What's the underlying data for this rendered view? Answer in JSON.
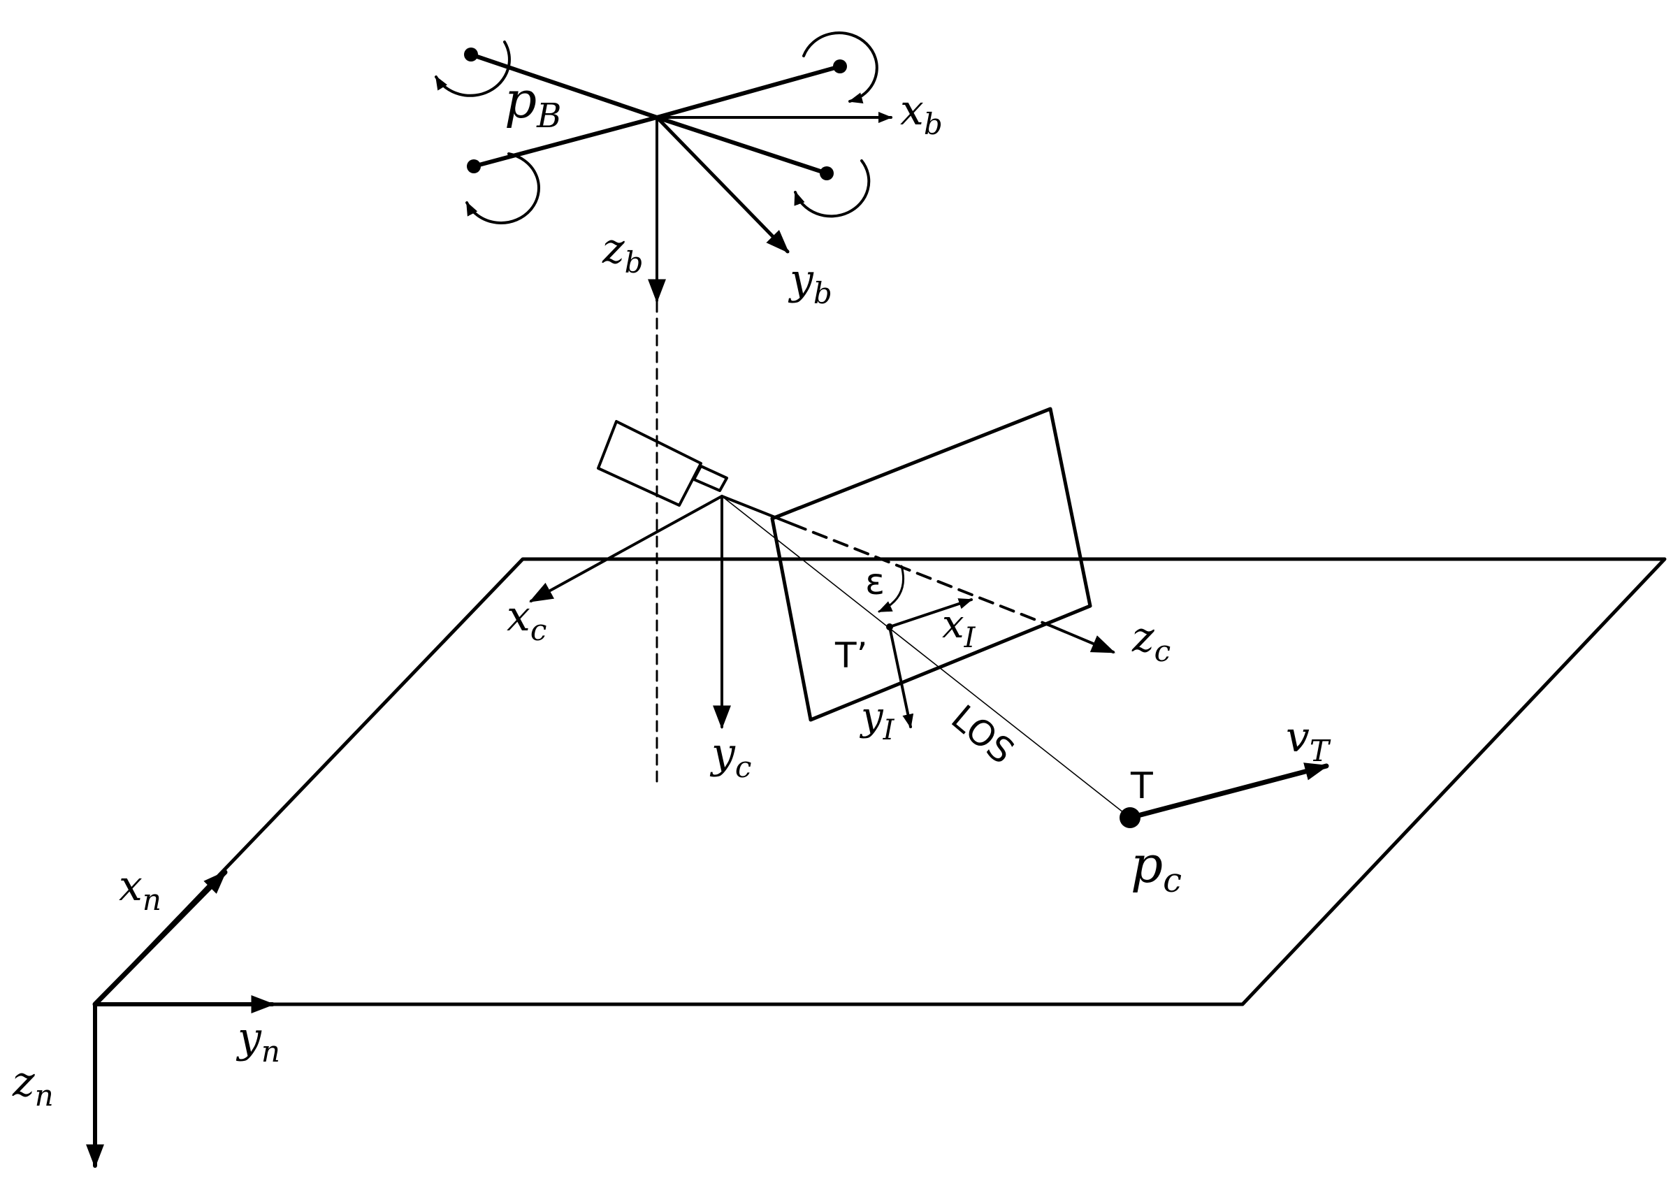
{
  "labels": {
    "drone_position": {
      "main": "p",
      "sub": "B"
    },
    "body_x": {
      "main": "x",
      "sub": "b"
    },
    "body_y": {
      "main": "y",
      "sub": "b"
    },
    "body_z": {
      "main": "z",
      "sub": "b"
    },
    "camera_x": {
      "main": "x",
      "sub": "c"
    },
    "camera_y": {
      "main": "y",
      "sub": "c"
    },
    "camera_z": {
      "main": "z",
      "sub": "c"
    },
    "image_x": {
      "main": "x",
      "sub": "I"
    },
    "image_y": {
      "main": "y",
      "sub": "I"
    },
    "epsilon": "ε",
    "target_projection": "T’",
    "line_of_sight": "LOS",
    "target": "T",
    "target_velocity": {
      "main": "v",
      "sub": "T"
    },
    "target_position": {
      "main": "p",
      "sub": "c"
    },
    "nav_x": {
      "main": "x",
      "sub": "n"
    },
    "nav_y": {
      "main": "y",
      "sub": "n"
    },
    "nav_z": {
      "main": "z",
      "sub": "n"
    }
  }
}
